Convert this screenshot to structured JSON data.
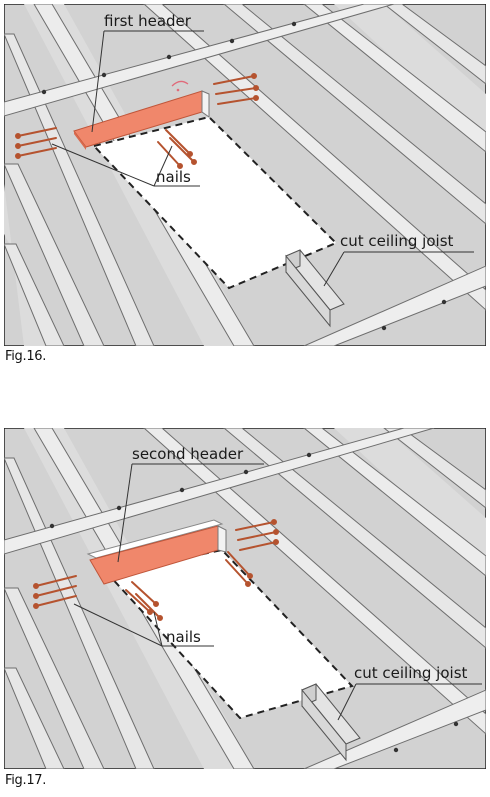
{
  "figures": [
    {
      "caption": "Fig.16.",
      "labels": {
        "header": "first header",
        "nails": "nails",
        "cut_joist": "cut ceiling joist"
      }
    },
    {
      "caption": "Fig.17.",
      "labels": {
        "header": "second header",
        "nails": "nails",
        "cut_joist": "cut ceiling joist"
      }
    }
  ],
  "colors": {
    "header": "#f0876b",
    "header_edge": "#c0563a",
    "lumber": "#e6e6e6",
    "lumber_edge": "#7a7a7a",
    "nail": "#b5532f",
    "background": "#d2d2d2"
  }
}
